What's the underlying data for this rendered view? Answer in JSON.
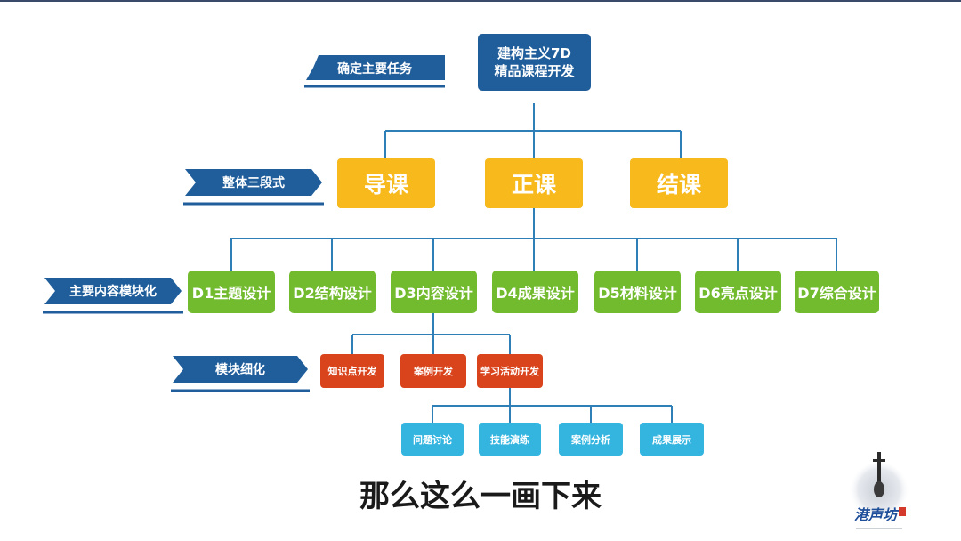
{
  "root": {
    "line1": "建构主义7D",
    "line2": "精品课程开发"
  },
  "row_labels": {
    "main_task": "确定主要任务",
    "three_stage": "整体三段式",
    "modularize": "主要内容模块化",
    "refine": "模块细化"
  },
  "level1": [
    "导课",
    "正课",
    "结课"
  ],
  "level2": [
    "D1主题设计",
    "D2结构设计",
    "D3内容设计",
    "D4成果设计",
    "D5材料设计",
    "D6亮点设计",
    "D7综合设计"
  ],
  "level3": [
    "知识点开发",
    "案例开发",
    "学习活动开发"
  ],
  "level4": [
    "问题讨论",
    "技能演练",
    "案例分析",
    "成果展示"
  ],
  "subtitle": "那么这么一画下来",
  "logo": {
    "text": "港声坊"
  },
  "colors": {
    "root": "#1f5d9b",
    "tag": "#1f5d9b",
    "level1": "#f7b91c",
    "level2": "#72bb2e",
    "level3": "#d9441c",
    "level4": "#33b5e0",
    "connector": "#2e7fb8"
  }
}
